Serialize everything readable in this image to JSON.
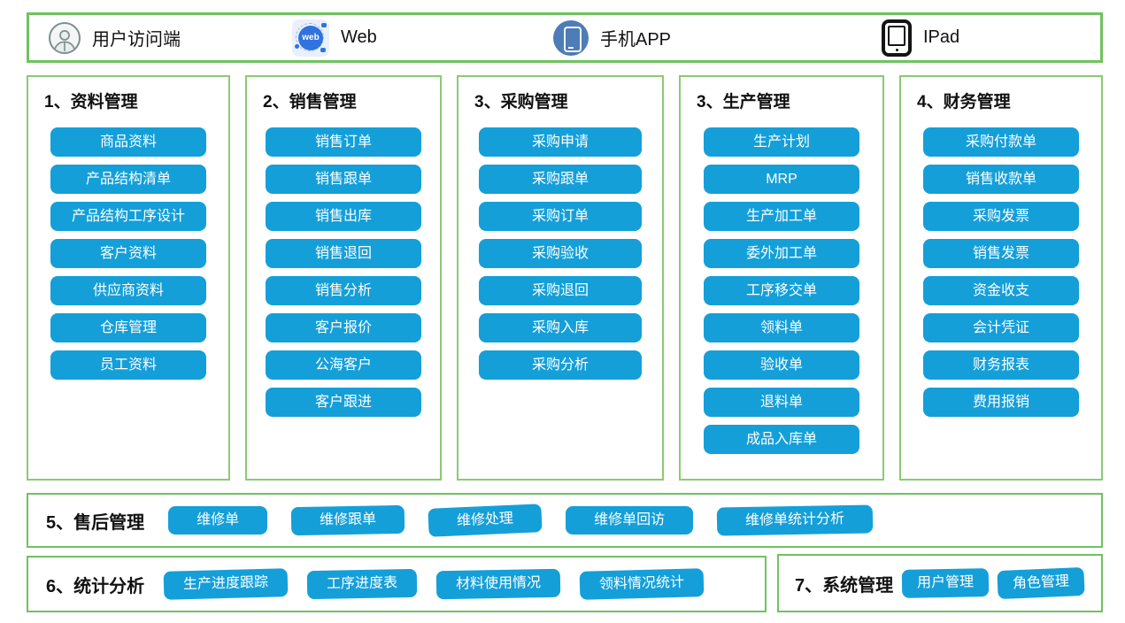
{
  "colors": {
    "accent_blue": "#149FD9",
    "border_green_rows": "#6FC25F",
    "border_green_columns": "#8CC973",
    "button_text": "#FFFFFF"
  },
  "top_bar": {
    "items": [
      {
        "icon": "user-icon",
        "label": "用户访问端"
      },
      {
        "icon": "web-icon",
        "label": "Web",
        "icon_text": "web"
      },
      {
        "icon": "phone-icon",
        "label": "手机APP"
      },
      {
        "icon": "ipad-icon",
        "label": "IPad"
      }
    ]
  },
  "columns": [
    {
      "title": "1、资料管理",
      "items": [
        "商品资料",
        "产品结构清单",
        "产品结构工序设计",
        "客户资料",
        "供应商资料",
        "仓库管理",
        "员工资料"
      ]
    },
    {
      "title": "2、销售管理",
      "items": [
        "销售订单",
        "销售跟单",
        "销售出库",
        "销售退回",
        "销售分析",
        "客户报价",
        "公海客户",
        "客户跟进"
      ]
    },
    {
      "title": "3、采购管理",
      "items": [
        "采购申请",
        "采购跟单",
        "采购订单",
        "采购验收",
        "采购退回",
        "采购入库",
        "采购分析"
      ]
    },
    {
      "title": "3、生产管理",
      "items": [
        "生产计划",
        "MRP",
        "生产加工单",
        "委外加工单",
        "工序移交单",
        "领料单",
        "验收单",
        "退料单",
        "成品入库单"
      ]
    },
    {
      "title": "4、财务管理",
      "items": [
        "采购付款单",
        "销售收款单",
        "采购发票",
        "销售发票",
        "资金收支",
        "会计凭证",
        "财务报表",
        "费用报销"
      ]
    }
  ],
  "rows": [
    {
      "title": "5、售后管理",
      "items": [
        "维修单",
        "维修跟单",
        "维修处理",
        "维修单回访",
        "维修单统计分析"
      ]
    },
    {
      "title": "6、统计分析",
      "items": [
        "生产进度跟踪",
        "工序进度表",
        "材料使用情况",
        "领料情况统计"
      ]
    },
    {
      "title": "7、系统管理",
      "items": [
        "用户管理",
        "角色管理"
      ]
    }
  ]
}
